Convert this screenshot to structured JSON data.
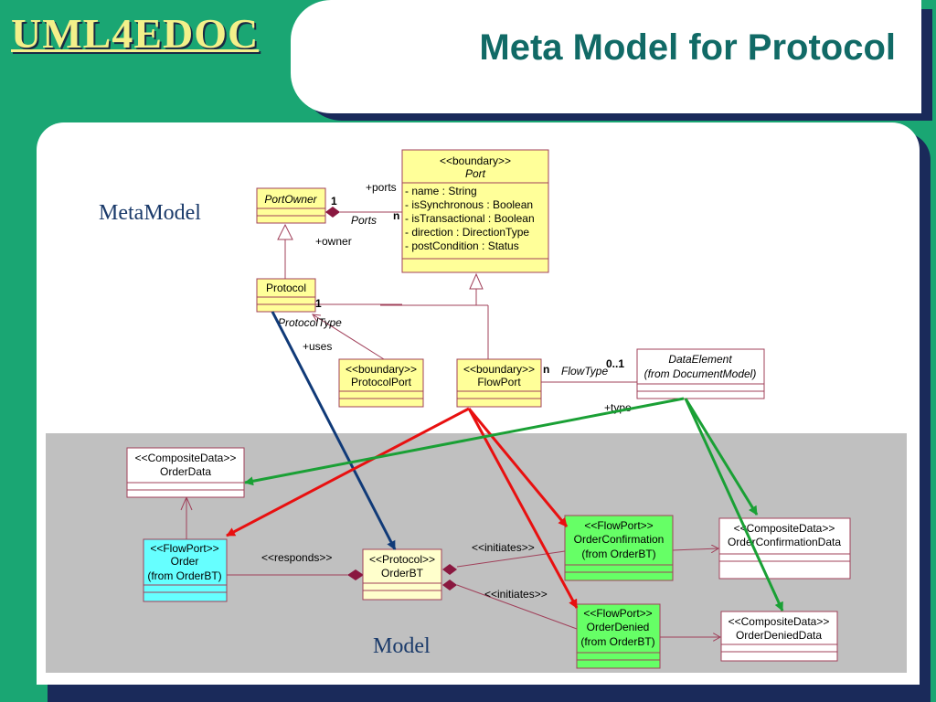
{
  "header": {
    "logo": "UML4EDOC",
    "title": "Meta Model for Protocol"
  },
  "regions": {
    "metamodel_label": "MetaModel",
    "model_label": "Model"
  },
  "classes": {
    "port": {
      "stereotype": "<<boundary>>",
      "name": "Port",
      "attributes": [
        "- name : String",
        "- isSynchronous : Boolean",
        "- isTransactional : Boolean",
        "- direction : DirectionType",
        "- postCondition : Status"
      ]
    },
    "port_owner": {
      "name": "PortOwner"
    },
    "protocol": {
      "name": "Protocol"
    },
    "protocol_port": {
      "stereotype": "<<boundary>>",
      "name": "ProtocolPort"
    },
    "flow_port": {
      "stereotype": "<<boundary>>",
      "name": "FlowPort"
    },
    "data_element": {
      "name": "DataElement",
      "origin": "(from DocumentModel)"
    },
    "order_data": {
      "stereotype": "<<CompositeData>>",
      "name": "OrderData"
    },
    "order": {
      "stereotype": "<<FlowPort>>",
      "name": "Order",
      "origin": "(from OrderBT)"
    },
    "order_bt": {
      "stereotype": "<<Protocol>>",
      "name": "OrderBT"
    },
    "order_confirmation": {
      "stereotype": "<<FlowPort>>",
      "name": "OrderConfirmation",
      "origin": "(from OrderBT)"
    },
    "order_confirmation_data": {
      "stereotype": "<<CompositeData>>",
      "name": "OrderConfirmationData"
    },
    "order_denied": {
      "stereotype": "<<FlowPort>>",
      "name": "OrderDenied",
      "origin": "(from OrderBT)"
    },
    "order_denied_data": {
      "stereotype": "<<CompositeData>>",
      "name": "OrderDeniedData"
    }
  },
  "labels": {
    "ports_role": "+ports",
    "ports_mult_one": "1",
    "ports_mult_n": "n",
    "ports_assoc": "Ports",
    "owner_role": "+owner",
    "protocol_mult": "1",
    "protocol_type": "ProtocolType",
    "uses_role": "+uses",
    "flowtype_mult_n": "n",
    "flowtype_mult": "0..1",
    "flowtype_assoc": "FlowType",
    "type_role": "+type",
    "responds": "<<responds>>",
    "initiates_1": "<<initiates>>",
    "initiates_2": "<<initiates>>"
  },
  "colors": {
    "background": "#1aa673",
    "title_text": "#116a66",
    "class_fill": "#ffff99",
    "class_border": "#a0405a",
    "model_region": "#c0c0c0",
    "flowport_green": "#66ff66",
    "flowport_cyan": "#66ffff",
    "arrow_red": "#e81010",
    "arrow_green": "#1aa035",
    "arrow_blue": "#103a78"
  }
}
